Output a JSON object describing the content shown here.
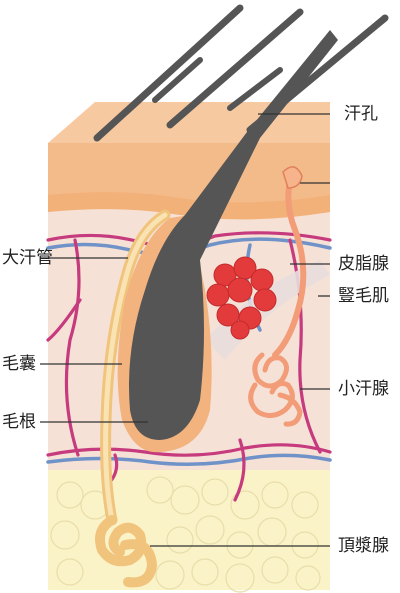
{
  "diagram": {
    "labels": {
      "sweat_pore": "汗孔",
      "sebaceous_gland": "皮脂腺",
      "arrector_pili": "豎毛肌",
      "large_sweat_duct": "大汗管",
      "hair_follicle": "毛囊",
      "eccrine_gland": "小汗腺",
      "hair_root": "毛根",
      "apocrine_gland": "頂漿腺"
    },
    "colors": {
      "epidermis": "#f4bb8a",
      "dermis": "#f6e1d6",
      "fat": "#fbf3c8",
      "hair": "#555555",
      "follicle": "#f2b37e",
      "vessel_red": "#c63a7e",
      "vessel_blue": "#6f93c9",
      "gland_red": "#e33b3b",
      "duct_yellow": "#f6d78e"
    }
  }
}
